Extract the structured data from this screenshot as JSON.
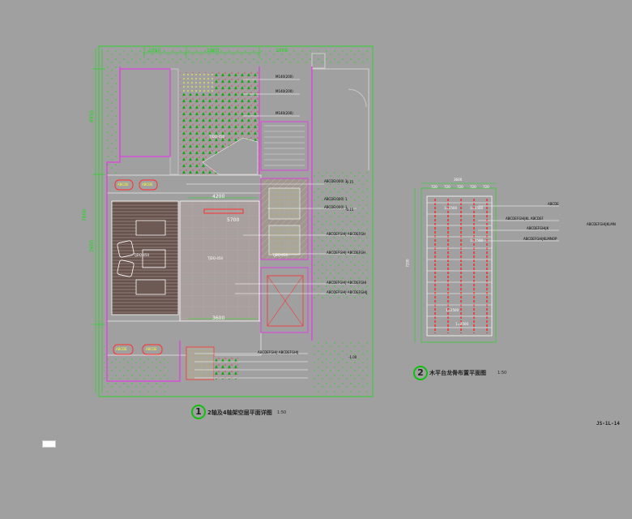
{
  "plan1": {
    "badge": "1",
    "title": "2轴及4轴架空层平面详图",
    "scale": "1:50",
    "dims_top": [
      "1050",
      "1800",
      "1000"
    ],
    "dims_left": [
      "4950",
      "2600",
      "7800"
    ],
    "dims_inner": [
      "4200",
      "3600",
      "5700"
    ],
    "tags": [
      "ABCDE",
      "ABCDE",
      "ABCDE",
      "ABCDE"
    ],
    "notes": [
      "M140(200)",
      "M140(200)",
      "M140(200)",
      "ABCDE(000) 1",
      "ABCDE(000) 1",
      "ABCDE(000) 1"
    ],
    "material_labels": [
      "ABCDEFGHIJ ABCDEFGH",
      "ABCDEFGHIJ ABCDEFGH",
      "ABCDEFGHIJ ABCDEFGHI",
      "ABCDEFGHIJ ABCDEFGHIJ",
      "ABCDEFGHIJ ABCDEFGHIJ"
    ],
    "room_labels": [
      "TJDQ-450",
      "TJDQ-450",
      "TJDQ-450",
      "TJDQ-450"
    ],
    "level_marks": [
      "-0.15",
      "-0.15",
      "-1.00"
    ]
  },
  "plan2": {
    "badge": "2",
    "title": "木平台龙骨布置平面图",
    "scale": "1:50",
    "dims_top": [
      "720",
      "720",
      "720",
      "720",
      "720"
    ],
    "total": "3600",
    "side": "7200",
    "labels": [
      "ABCDE",
      "ABCDEFGHIJKL ABCDEF",
      "ABCDEFGHIJK",
      "ABCDEFGHIJKLMNOP"
    ],
    "note": "ABCDEFGHIJKLMN",
    "joist_tags": [
      "1=2500",
      "1=2500",
      "1=2500",
      "1=2500",
      "1=2500"
    ]
  },
  "sheet_no": "JS-1L-14",
  "colors": {
    "background": "#a0a0a0",
    "dimension": "#10e010",
    "wall_magenta": "#e040e0",
    "wall_grey": "#d0d0d0",
    "joist_red": "#ff2020",
    "leader_white": "#ffffff",
    "text_yellow": "#ffff30"
  }
}
